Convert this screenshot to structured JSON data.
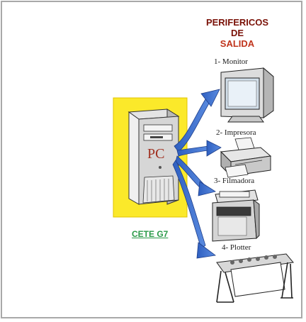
{
  "title": {
    "line1": "PERIFERICOS",
    "line2": "DE",
    "line3": "SALIDA"
  },
  "computer": {
    "label": "PC"
  },
  "peripherals": [
    {
      "label": "1- Monitor",
      "icon": "monitor-icon"
    },
    {
      "label": "2- Impresora",
      "icon": "printer-icon"
    },
    {
      "label": "3- Filmadora",
      "icon": "film-recorder-icon"
    },
    {
      "label": "4- Plotter",
      "icon": "plotter-icon"
    }
  ],
  "footer": {
    "label": "CETE G7"
  },
  "colors": {
    "highlight": "#fbe92a",
    "arrow": "#3b6fd0",
    "title": "#7a1208",
    "footer": "#2a9a48"
  }
}
